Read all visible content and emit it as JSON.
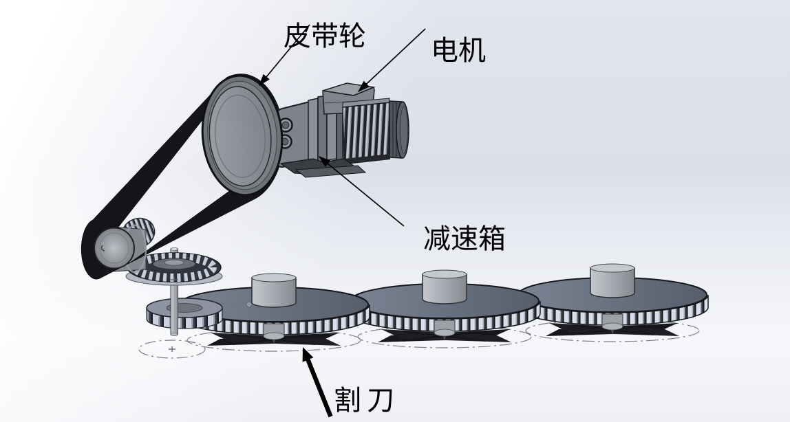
{
  "diagram": {
    "type": "3d-cad-assembly",
    "description": "mower cutter drive assembly with motor, reducer, belt drive and three gear cutter discs",
    "labels": {
      "belt_pulley": "皮带轮",
      "motor": "电机",
      "gearbox": "减速箱",
      "cutter": "割刀"
    },
    "colors": {
      "background_blue_gray": "#dcdfe9",
      "background_corner": "#ffffff",
      "metal_light": "#c2c5cb",
      "metal_mid": "#8f9298",
      "metal_dark": "#4f535b",
      "belt_black": "#141519",
      "disc_face": "#646c7a",
      "teeth_light": "#d9dfeb",
      "outline": "#16181c",
      "centerline_gray": "#7b7e85",
      "label_text": "#000000"
    }
  }
}
